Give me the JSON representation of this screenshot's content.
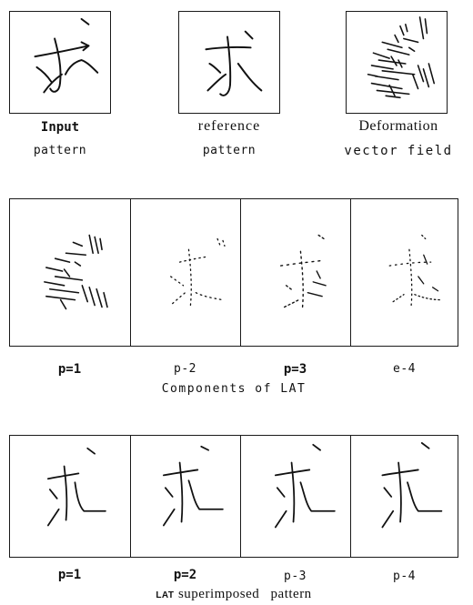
{
  "top_row": {
    "panels": [
      {
        "line1": "Input",
        "line2": "pattern"
      },
      {
        "line1": "reference",
        "line2": "pattern"
      },
      {
        "line1": "Deformation",
        "line2": "vector field"
      }
    ]
  },
  "middle_row": {
    "labels": [
      "p=1",
      "p-2",
      "p=3",
      "e-4"
    ],
    "caption": "Components of LAT"
  },
  "bottom_row": {
    "labels": [
      "p=1",
      "p=2",
      "p-3",
      "p-4"
    ],
    "caption_prefix": "LAT",
    "caption_rest": "superimposed pattern"
  }
}
